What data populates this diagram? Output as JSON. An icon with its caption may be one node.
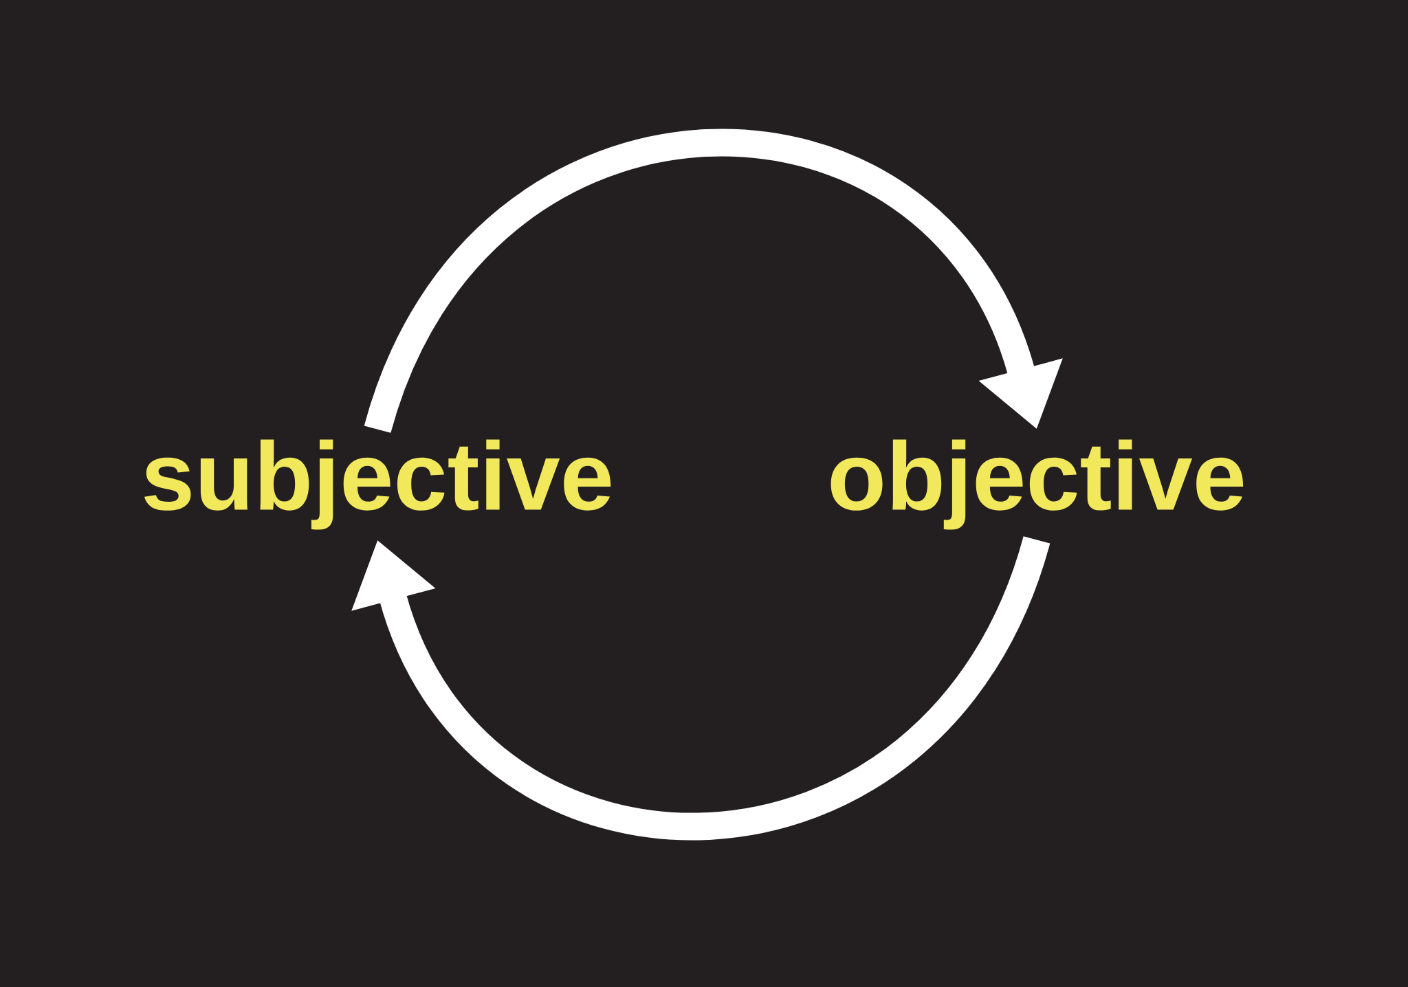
{
  "diagram": {
    "nodes": [
      {
        "text": [
          "subjective"
        ]
      },
      {
        "text": [
          "objective"
        ]
      }
    ],
    "edges": [
      {
        "from": 0,
        "to": 1,
        "arrow": "to"
      },
      {
        "from": 1,
        "to": 0,
        "arrow": "to"
      }
    ]
  }
}
